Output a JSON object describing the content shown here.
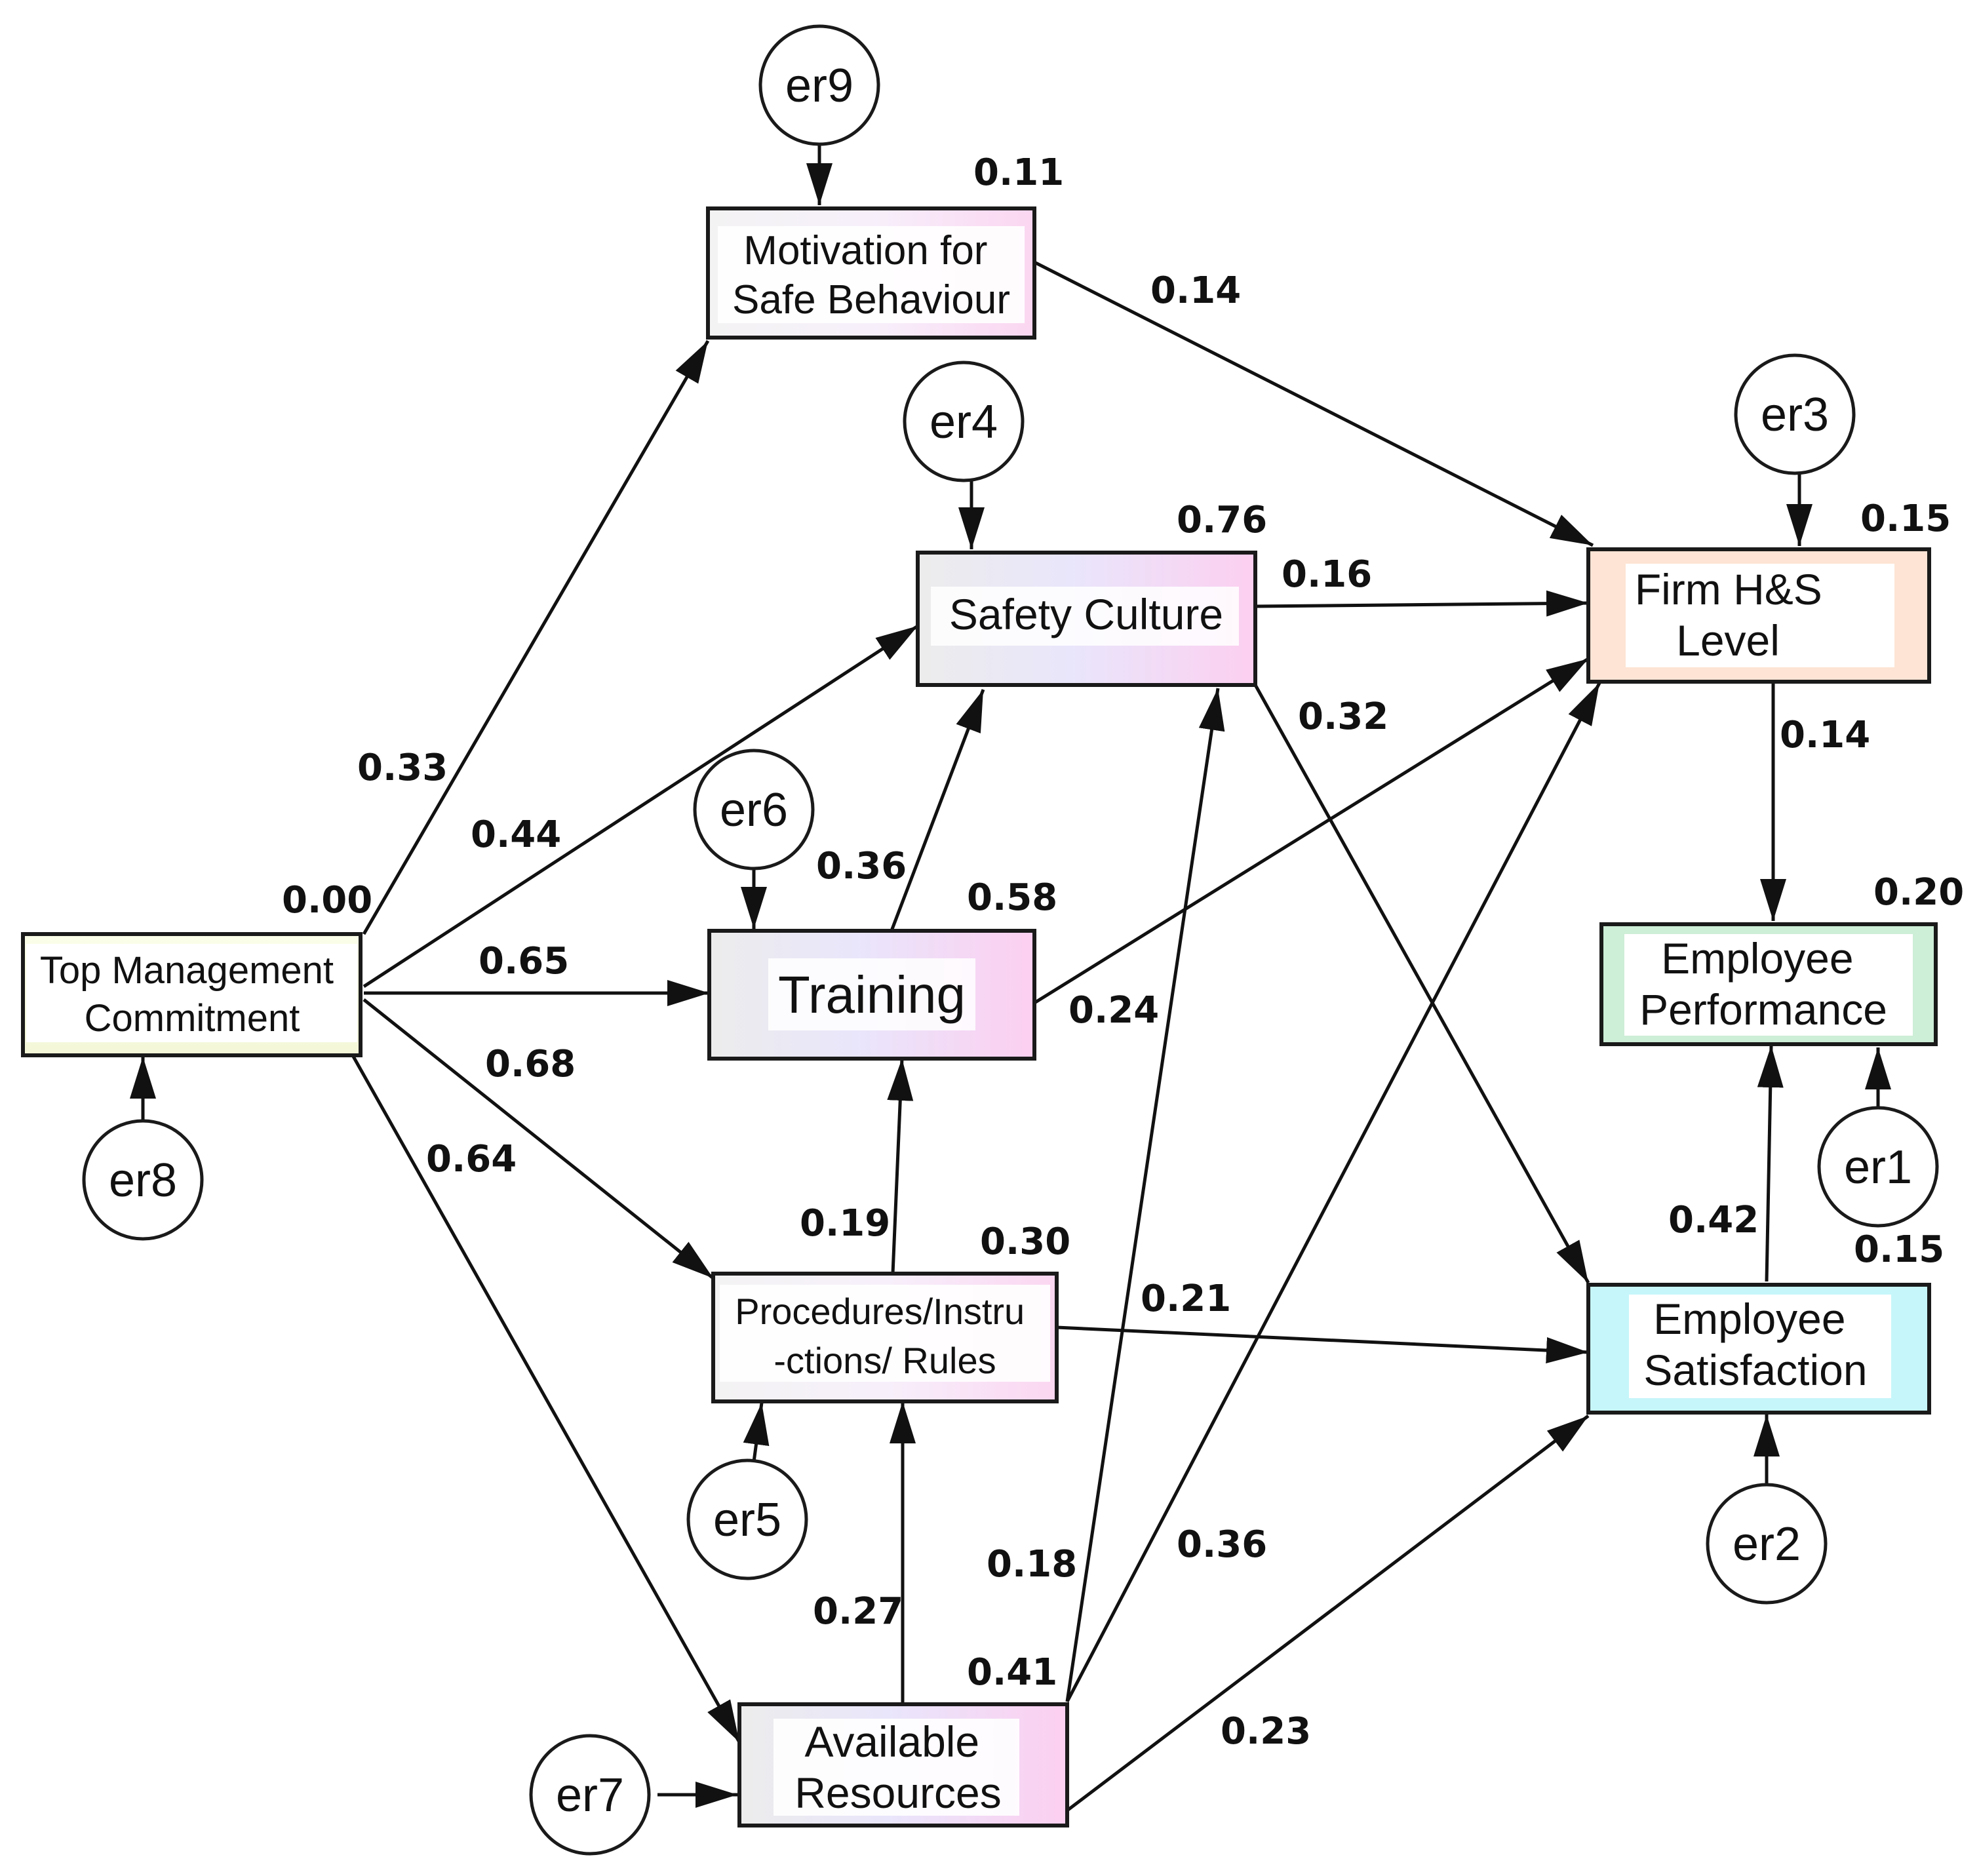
{
  "diagram": {
    "nodes": {
      "tmc": {
        "lines": [
          "Top Management",
          "Commitment"
        ],
        "r2": "0.00"
      },
      "msb": {
        "lines": [
          "Motivation for",
          "Safe Behaviour"
        ],
        "r2": "0.11"
      },
      "sc": {
        "lines": [
          "Safety Culture"
        ],
        "r2": "0.76"
      },
      "tr": {
        "lines": [
          "Training"
        ],
        "r2": "0.58"
      },
      "pir": {
        "lines": [
          "Procedures/Instru",
          "-ctions/ Rules"
        ],
        "r2": "0.30"
      },
      "ar": {
        "lines": [
          "Available",
          "Resources"
        ],
        "r2": "0.41"
      },
      "fhs": {
        "lines": [
          "Firm H&S",
          "Level"
        ],
        "r2": "0.15"
      },
      "ep": {
        "lines": [
          "Employee",
          "Performance"
        ],
        "r2": "0.20"
      },
      "es": {
        "lines": [
          "Employee",
          "Satisfaction"
        ],
        "r2": "0.15"
      }
    },
    "errors": {
      "er1": "er1",
      "er2": "er2",
      "er3": "er3",
      "er4": "er4",
      "er5": "er5",
      "er6": "er6",
      "er7": "er7",
      "er8": "er8",
      "er9": "er9"
    },
    "paths": [
      {
        "id": "tmc-msb",
        "from": "tmc",
        "to": "msb",
        "coef": "0.33"
      },
      {
        "id": "tmc-sc",
        "from": "tmc",
        "to": "sc",
        "coef": "0.44"
      },
      {
        "id": "tmc-tr",
        "from": "tmc",
        "to": "tr",
        "coef": "0.65"
      },
      {
        "id": "tmc-pir",
        "from": "tmc",
        "to": "pir",
        "coef": "0.68"
      },
      {
        "id": "tmc-ar",
        "from": "tmc",
        "to": "ar",
        "coef": "0.64"
      },
      {
        "id": "msb-fhs",
        "from": "msb",
        "to": "fhs",
        "coef": "0.14"
      },
      {
        "id": "sc-fhs",
        "from": "sc",
        "to": "fhs",
        "coef": "0.16"
      },
      {
        "id": "sc-es",
        "from": "sc",
        "to": "es",
        "coef": "0.32"
      },
      {
        "id": "tr-sc",
        "from": "tr",
        "to": "sc",
        "coef": "0.36"
      },
      {
        "id": "tr-fhs",
        "from": "tr",
        "to": "fhs",
        "coef": "0.24"
      },
      {
        "id": "pir-tr",
        "from": "pir",
        "to": "tr",
        "coef": "0.19"
      },
      {
        "id": "pir-es",
        "from": "pir",
        "to": "es",
        "coef": "0.21"
      },
      {
        "id": "ar-pir",
        "from": "ar",
        "to": "pir",
        "coef": "0.27"
      },
      {
        "id": "ar-sc",
        "from": "ar",
        "to": "sc",
        "coef": "0.18"
      },
      {
        "id": "ar-fhs",
        "from": "ar",
        "to": "fhs",
        "coef": "0.36"
      },
      {
        "id": "ar-es",
        "from": "ar",
        "to": "es",
        "coef": "0.23"
      },
      {
        "id": "fhs-ep",
        "from": "fhs",
        "to": "ep",
        "coef": "0.14"
      },
      {
        "id": "es-ep",
        "from": "es",
        "to": "ep",
        "coef": "0.42"
      }
    ]
  }
}
